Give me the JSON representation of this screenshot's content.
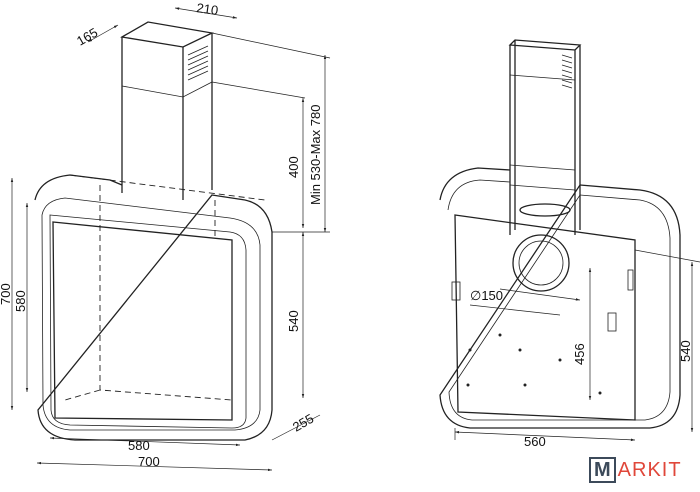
{
  "left_view": {
    "depth_chimney": "165",
    "width_chimney": "210",
    "chimney_min_height": "400",
    "chimney_range": "Min 530-Max 780",
    "total_height": "700",
    "panel_height": "580",
    "hood_height": "540",
    "hood_depth": "255",
    "panel_width": "580",
    "total_width": "700"
  },
  "right_view": {
    "outlet_diameter": "∅150",
    "outlet_height": "456",
    "hood_height": "540",
    "bracket_width": "560"
  },
  "logo": {
    "letter": "M",
    "rest": "ARKIT"
  },
  "colors": {
    "logo_dark": "#3c4a5a",
    "logo_red": "#e0473a"
  }
}
